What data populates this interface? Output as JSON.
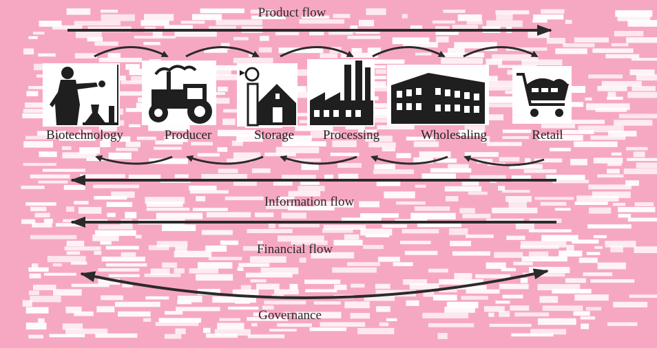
{
  "diagram": {
    "flows": {
      "product": "Product flow",
      "information": "Information flow",
      "financial": "Financial flow",
      "governance": "Governance"
    },
    "stages": [
      {
        "label": "Biotechnology",
        "icon": "scientist-icon"
      },
      {
        "label": "Producer",
        "icon": "tractor-icon"
      },
      {
        "label": "Storage",
        "icon": "barn-silo-icon"
      },
      {
        "label": "Processing",
        "icon": "factory-icon"
      },
      {
        "label": "Wholesaling",
        "icon": "warehouse-icon"
      },
      {
        "label": "Retail",
        "icon": "shopping-cart-icon"
      }
    ],
    "colors": {
      "background": "#f6a8c3",
      "ink": "#2a2a2a",
      "paper": "#ffffff"
    }
  }
}
